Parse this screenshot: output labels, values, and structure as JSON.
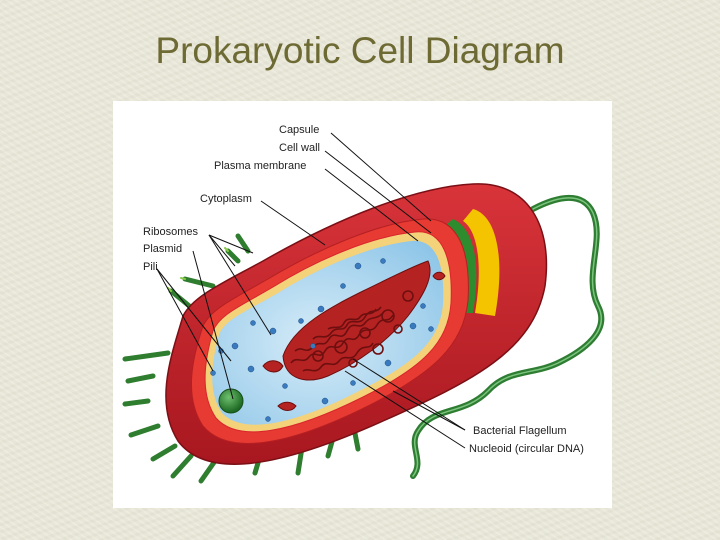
{
  "slide": {
    "title": "Prokaryotic Cell Diagram"
  },
  "diagram": {
    "labels": {
      "capsule": "Capsule",
      "cell_wall": "Cell wall",
      "plasma_membrane": "Plasma membrane",
      "cytoplasm": "Cytoplasm",
      "ribosomes": "Ribosomes",
      "plasmid": "Plasmid",
      "pili": "Pili",
      "flagellum": "Bacterial Flagellum",
      "nucleoid": "Nucleoid (circular DNA)"
    },
    "colors": {
      "capsule": "#c0202a",
      "cell_wall_yellow": "#f5c400",
      "cell_wall_green": "#2e8b2e",
      "plasma_membrane": "#d9262c",
      "cytoplasm": "#a9d4ee",
      "nucleoid": "#9b1c1c",
      "pili": "#2f7d2f",
      "flagellum": "#2e7d32",
      "ribosome": "#3a7bbf",
      "title": "#6d6a33"
    }
  }
}
